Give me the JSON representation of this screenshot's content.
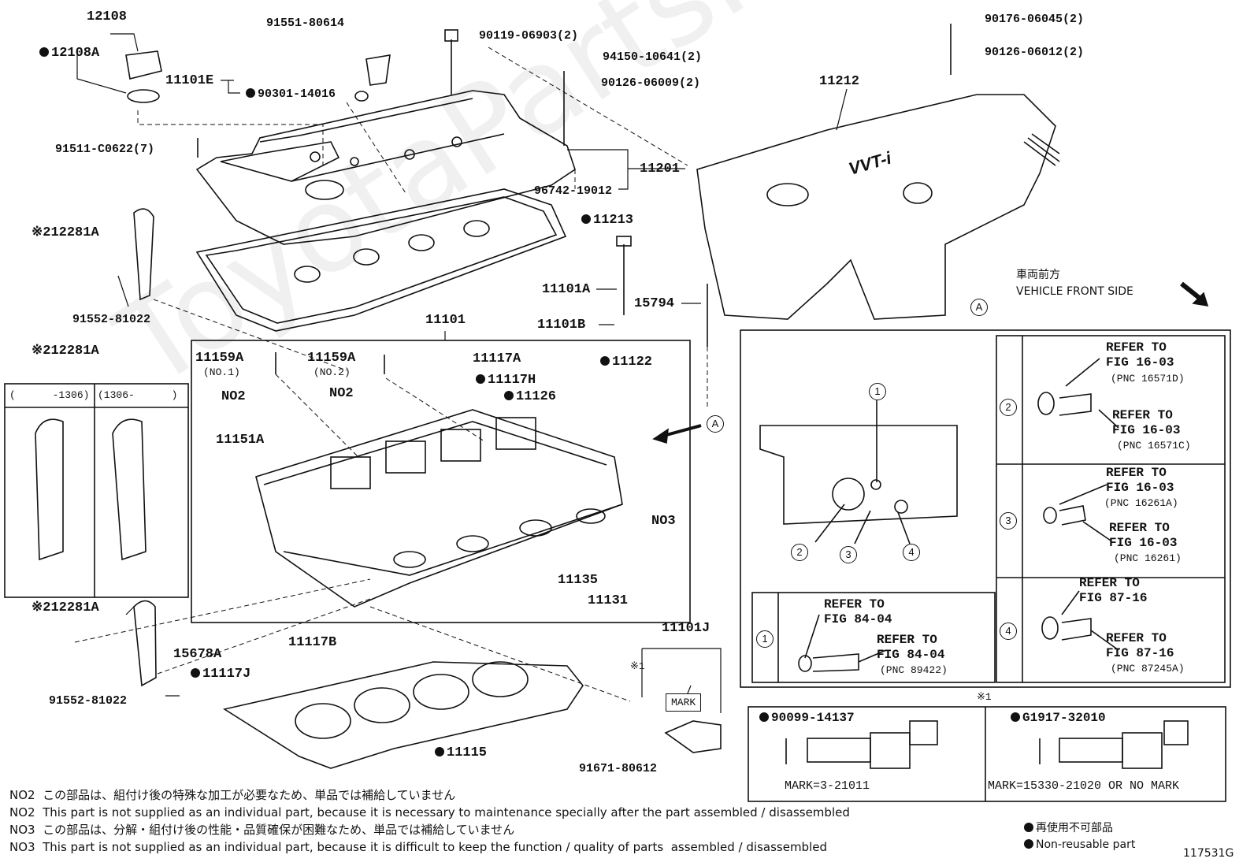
{
  "watermark": "ToyotaPartsMine.ru",
  "parts": {
    "p12108": "12108",
    "p12108A": "12108A",
    "p91551": "91551-80614",
    "p90119": "90119-06903(2)",
    "p94150": "94150-10641(2)",
    "p90126a": "90126-06009(2)",
    "p90176": "90176-06045(2)",
    "p90126b": "90126-06012(2)",
    "p11101E": "11101E",
    "p90301": "90301-14016",
    "p91511": "91511-C0622(7)",
    "p11201": "11201",
    "p96742": "96742-19012",
    "p11213": "11213",
    "p11212": "11212",
    "p12281A_1": "12281A",
    "p91552_1": "91552-81022",
    "p11101A": "11101A",
    "p11101B": "11101B",
    "p15794": "15794",
    "p11101": "11101",
    "p11159A_1": "11159A",
    "p11159A_1n": "(NO.1)",
    "p11159A_2": "11159A",
    "p11159A_2n": "(NO.2)",
    "p11117A": "11117A",
    "p11117H": "11117H",
    "p11122": "11122",
    "p11126": "11126",
    "pN02a": "NO2",
    "pN02b": "NO2",
    "p11151A": "11151A",
    "pN03": "NO3",
    "p11135": "11135",
    "p11131": "11131",
    "p12281A_2": "12281A",
    "p12281A_3": "12281A",
    "p15678A": "15678A",
    "p11117B": "11117B",
    "p11117J": "11117J",
    "p91552_2": "91552-81022",
    "p11115": "11115",
    "p11101J": "11101J",
    "p91671": "91671-80612",
    "mark": "MARK",
    "ref_star1": "※1",
    "ref_star2": "※2",
    "callout_A": "A"
  },
  "inset_dates": {
    "left": "(      -1306)",
    "right": "(1306-      )"
  },
  "vehicle_front": {
    "jp": "車両前方",
    "en": "VEHICLE FRONT SIDE"
  },
  "refer_boxes": {
    "r1a": "REFER TO\nFIG 84-04",
    "r1b": "REFER TO\nFIG 84-04",
    "r1b_pnc": "(PNC 89422)",
    "r2a": "REFER TO\nFIG 16-03",
    "r2a_pnc": "(PNC 16571D)",
    "r2b": "REFER TO\nFIG 16-03",
    "r2b_pnc": "(PNC 16571C)",
    "r3a": "REFER TO\nFIG 16-03",
    "r3a_pnc": "(PNC 16261A)",
    "r3b": "REFER TO\nFIG 16-03",
    "r3b_pnc": "(PNC 16261)",
    "r4a": "REFER TO\nFIG 87-16",
    "r4b": "REFER TO\nFIG 87-16",
    "r4b_pnc": "(PNC 87245A)"
  },
  "star1_box": {
    "left_part": "90099-14137",
    "left_mark": "MARK=3-21011",
    "right_part": "G1917-32010",
    "right_mark": "MARK=15330-21020 OR NO MARK"
  },
  "notes": [
    "NO2  この部品は、組付け後の特殊な加工が必要なため、単品では補給していません",
    "NO2  This part is not supplied as an individual part, because it is necessary to maintenance specially after the part assembled / disassembled",
    "NO3  この部品は、分解・組付け後の性能・品質確保が困難なため、単品では補給していません",
    "NO3  This part is not supplied as an individual part, because it is difficult to keep the function / quality of parts  assembled / disassembled"
  ],
  "legend": {
    "jp": "再使用不可部品",
    "en": "Non-reusable part"
  },
  "figure_id": "117531G",
  "circled_numbers": [
    "1",
    "2",
    "3",
    "4"
  ]
}
